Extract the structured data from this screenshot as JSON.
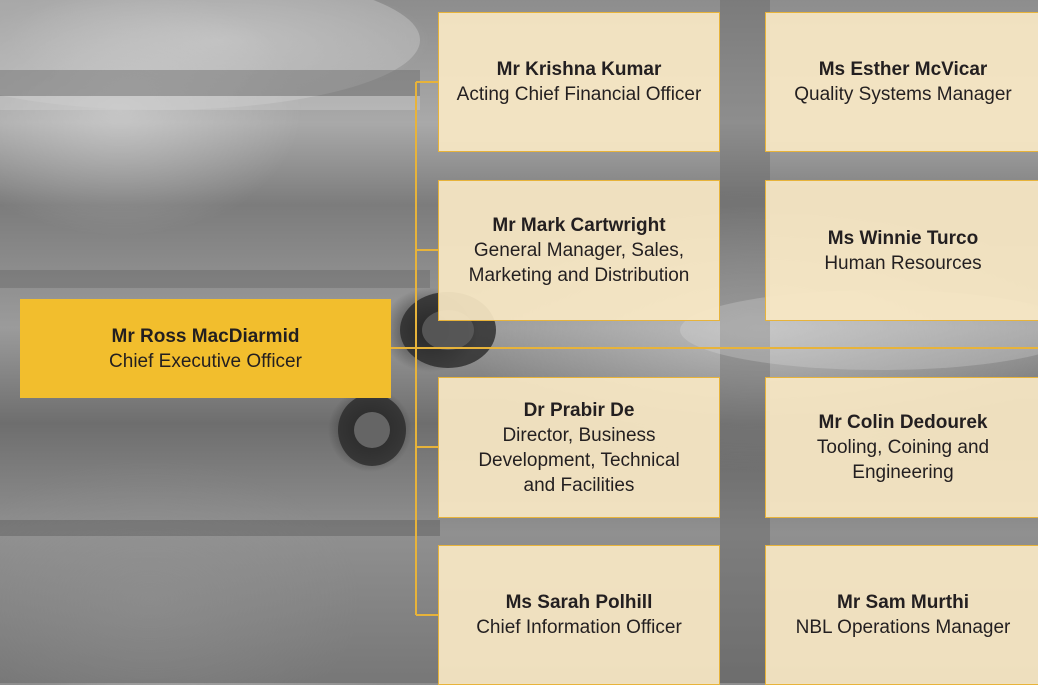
{
  "chart": {
    "ceo": {
      "name": "Mr Ross MacDiarmid",
      "role": "Chief Executive Officer"
    },
    "reports": [
      {
        "name": "Mr Krishna Kumar",
        "role_lines": [
          "Acting Chief Financial Officer"
        ]
      },
      {
        "name": "Ms Esther McVicar",
        "role_lines": [
          "Quality Systems Manager"
        ]
      },
      {
        "name": "Mr Mark Cartwright",
        "role_lines": [
          "General Manager, Sales,",
          "Marketing and Distribution"
        ]
      },
      {
        "name": "Ms Winnie Turco",
        "role_lines": [
          "Human Resources"
        ]
      },
      {
        "name": "Dr Prabir De",
        "role_lines": [
          "Director, Business",
          "Development, Technical",
          "and Facilities"
        ]
      },
      {
        "name": "Mr Colin Dedourek",
        "role_lines": [
          "Tooling, Coining and",
          "Engineering"
        ]
      },
      {
        "name": "Ms Sarah Polhill",
        "role_lines": [
          "Chief Information Officer"
        ]
      },
      {
        "name": "Mr Sam Murthi",
        "role_lines": [
          "NBL Operations Manager"
        ]
      }
    ]
  },
  "colors": {
    "ceo_fill": "#f2be2d",
    "report_fill": "#f9e8c4",
    "connector": "#e7b33a",
    "text": "#231f20"
  }
}
